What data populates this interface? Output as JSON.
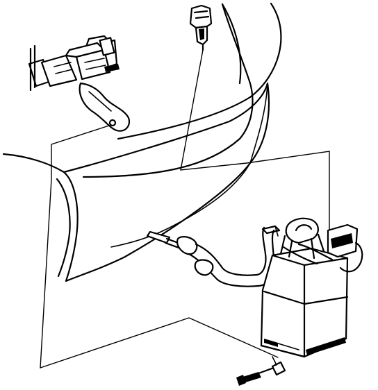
{
  "figure": {
    "background": "#ffffff",
    "ink": "#000000",
    "parts": [
      {
        "id": "body-panel",
        "icon": "vehicle-body-panel-icon"
      },
      {
        "id": "wheelhouse-panel",
        "icon": "wheelhouse-panel-icon"
      },
      {
        "id": "vent-solenoid",
        "icon": "solenoid-valve-icon"
      },
      {
        "id": "mounting-bracket",
        "icon": "mounting-bracket-icon"
      },
      {
        "id": "electrical-connector",
        "icon": "electrical-connector-icon"
      },
      {
        "id": "vapor-hose",
        "icon": "vapor-hose-icon"
      },
      {
        "id": "evap-canister",
        "icon": "evap-canister-icon"
      },
      {
        "id": "canister-bolt",
        "icon": "bolt-icon"
      }
    ]
  }
}
